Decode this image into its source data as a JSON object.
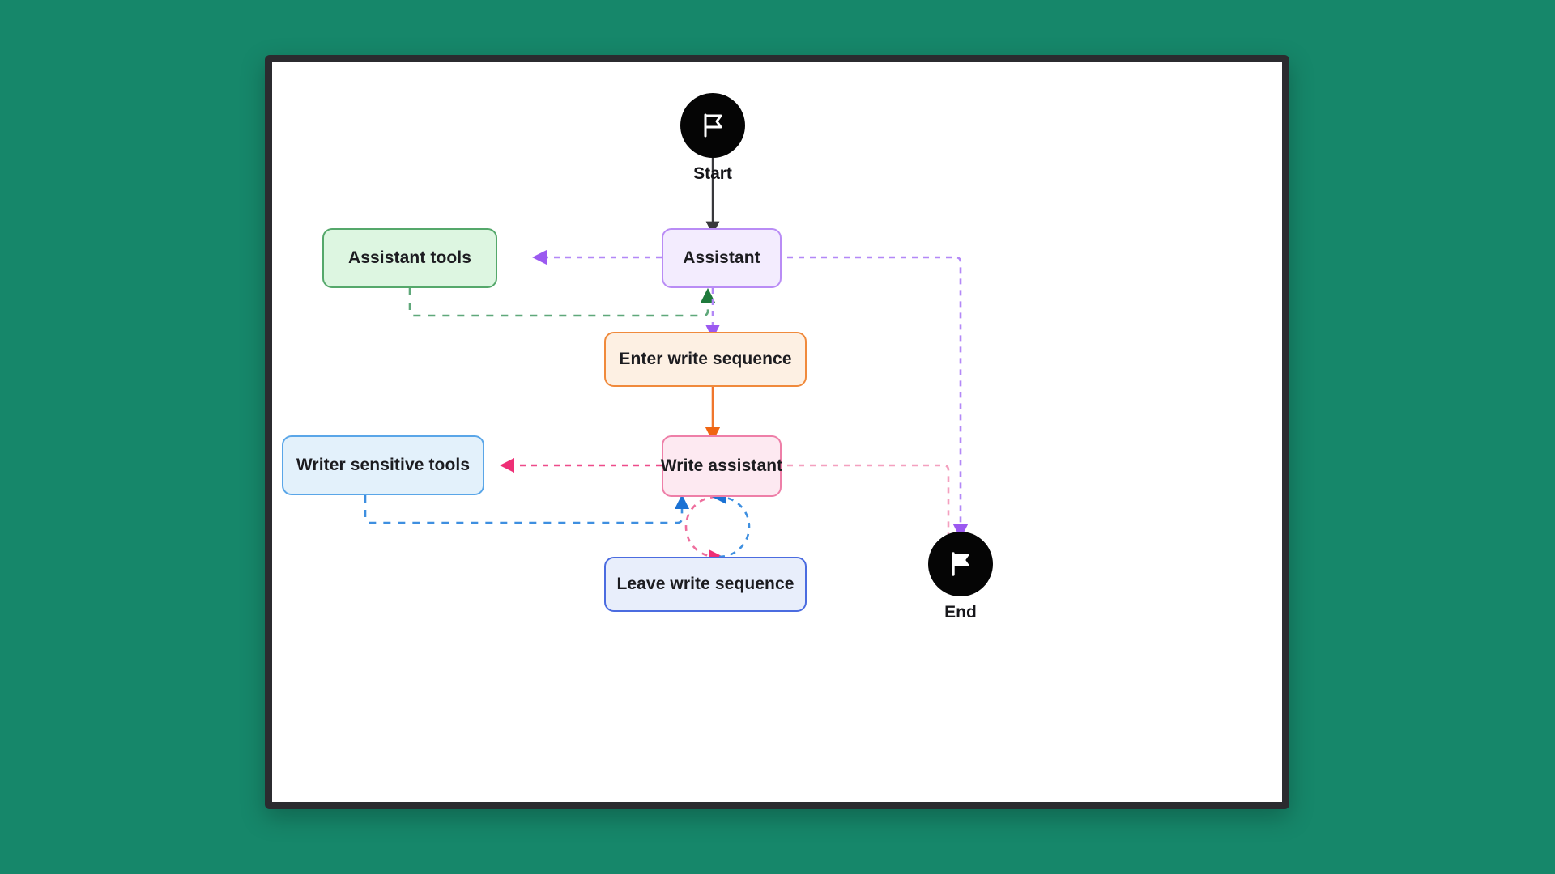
{
  "canvas": {
    "background_color": "#16876a",
    "surface_color": "#ffffff",
    "frame_color": "#2b2b2f"
  },
  "diagram": {
    "type": "flowchart",
    "title": "",
    "terminals": [
      {
        "id": "start",
        "label": "Start",
        "icon": "flag-outline-icon",
        "shape": "circle",
        "color": "#050505"
      },
      {
        "id": "end",
        "label": "End",
        "icon": "flag-filled-icon",
        "shape": "circle",
        "color": "#050505"
      }
    ],
    "nodes": [
      {
        "id": "assistant_tools",
        "label": "Assistant tools",
        "fill": "#ddf6e1",
        "border": "#55a86b"
      },
      {
        "id": "assistant",
        "label": "Assistant",
        "fill": "#f3ecfe",
        "border": "#b98cf5"
      },
      {
        "id": "enter_write_sequence",
        "label": "Enter write sequence",
        "fill": "#fdf0e3",
        "border": "#f08a3c"
      },
      {
        "id": "writer_sensitive_tools",
        "label": "Writer sensitive tools",
        "fill": "#e3f1fb",
        "border": "#5aa6e8"
      },
      {
        "id": "write_assistant",
        "label": "Write assistant",
        "fill": "#fde9f1",
        "border": "#ee7fa8"
      },
      {
        "id": "leave_write_sequence",
        "label": "Leave write sequence",
        "fill": "#e8eefb",
        "border": "#4b6ce0"
      }
    ],
    "edges": [
      {
        "from": "start",
        "to": "assistant",
        "style": "solid",
        "color": "#38383c"
      },
      {
        "from": "assistant",
        "to": "assistant_tools",
        "style": "dashed",
        "color": "#b388f7"
      },
      {
        "from": "assistant_tools",
        "to": "assistant",
        "style": "dashed",
        "color": "#5fa87a"
      },
      {
        "from": "assistant",
        "to": "enter_write_sequence",
        "style": "dashed",
        "color": "#b388f7"
      },
      {
        "from": "assistant",
        "to": "end",
        "style": "dashed",
        "color": "#b388f7"
      },
      {
        "from": "enter_write_sequence",
        "to": "write_assistant",
        "style": "solid",
        "color": "#f0762c"
      },
      {
        "from": "write_assistant",
        "to": "writer_sensitive_tools",
        "style": "dashed",
        "color": "#ee4c8a"
      },
      {
        "from": "writer_sensitive_tools",
        "to": "write_assistant",
        "style": "dashed",
        "color": "#3e8fe0"
      },
      {
        "from": "write_assistant",
        "to": "leave_write_sequence",
        "style": "dashed",
        "color": "#ee4c8a"
      },
      {
        "from": "leave_write_sequence",
        "to": "write_assistant",
        "style": "dashed",
        "color": "#3e8fe0"
      },
      {
        "from": "write_assistant",
        "to": "end",
        "style": "dashed",
        "color": "#f4a0bf"
      }
    ]
  }
}
